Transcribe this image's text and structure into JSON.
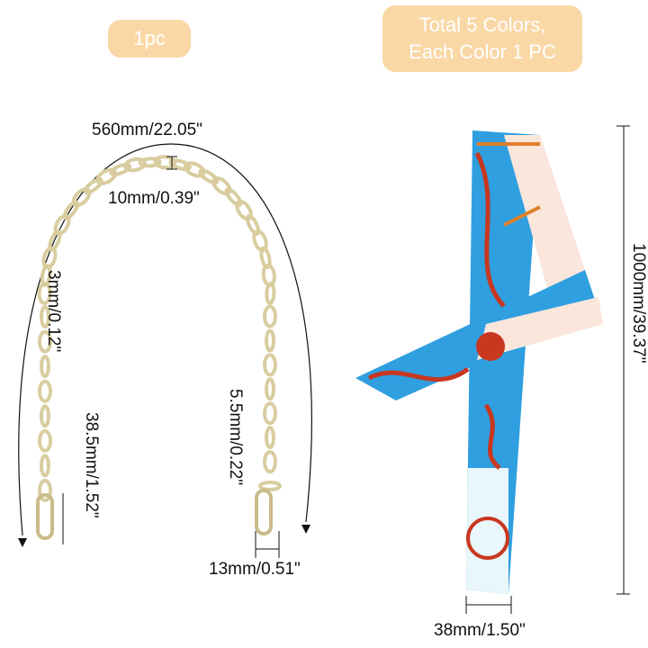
{
  "badges": {
    "left": "1pc",
    "right_line1": "Total 5 Colors,",
    "right_line2": "Each Color 1 PC"
  },
  "chain": {
    "length": "560mm/22.05\"",
    "link_width": "10mm/0.39\"",
    "thickness": "3mm/0.12\"",
    "clasp_length": "38.5mm/1.52\"",
    "clasp_gap": "5.5mm/0.22\"",
    "clasp_width": "13mm/0.51\""
  },
  "scarf": {
    "length": "1000mm/39.37\"",
    "width": "38mm/1.50\""
  },
  "colors": {
    "badge": "#f9d8a6",
    "chain": "#d9cda0",
    "scarf_blue": "#2f9fe0",
    "scarf_red": "#c8371f"
  }
}
